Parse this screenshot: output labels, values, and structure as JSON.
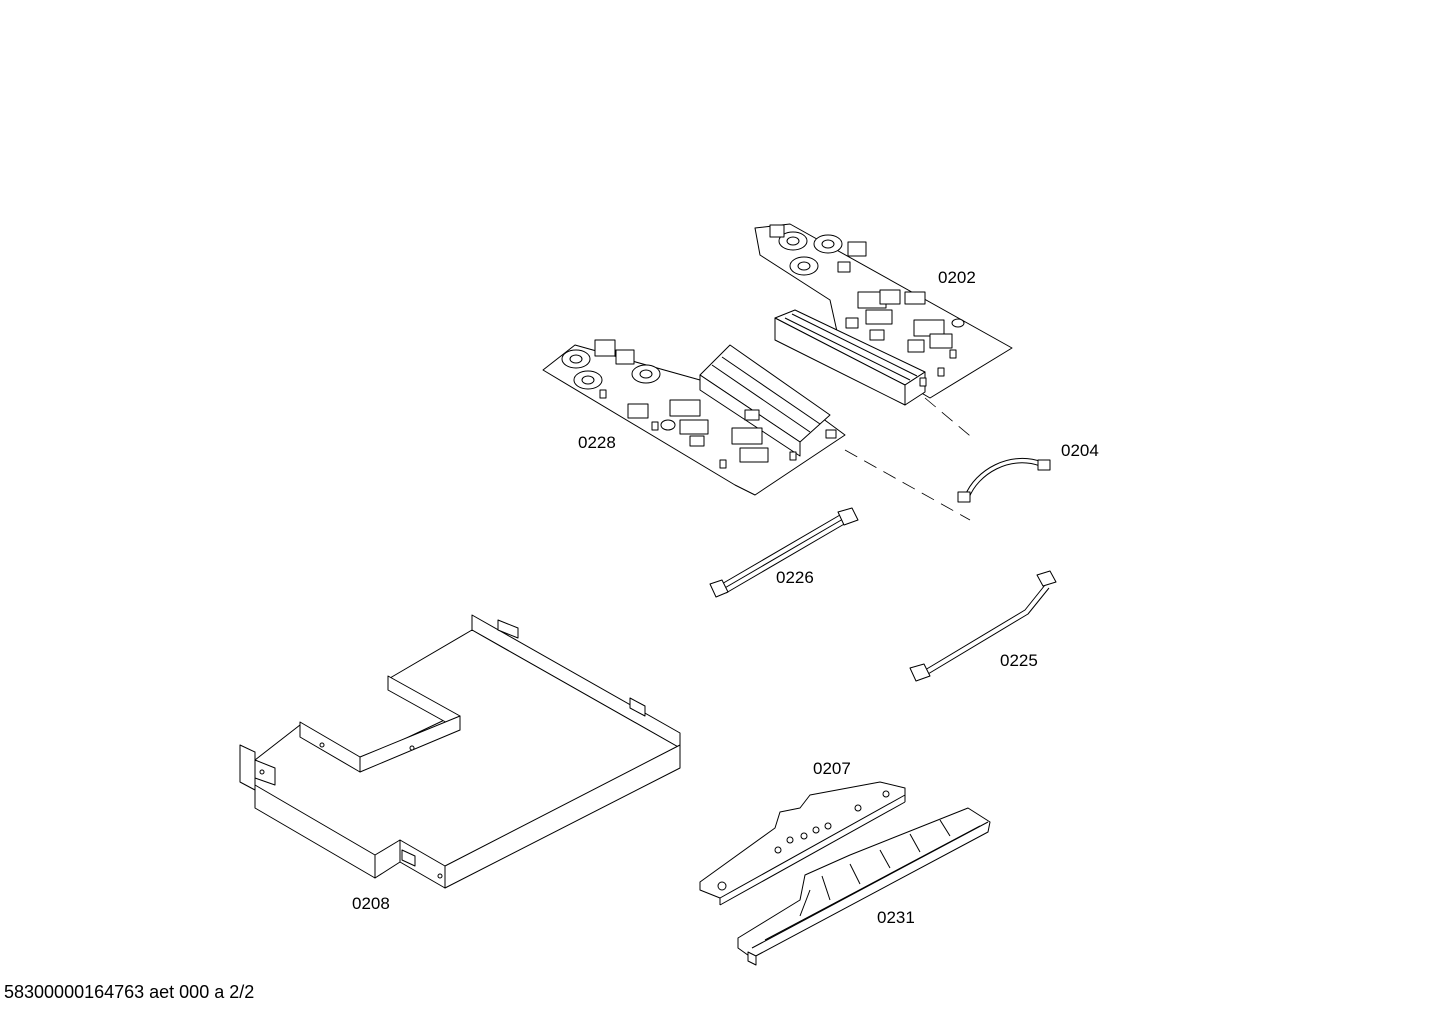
{
  "parts": [
    {
      "id": "0202",
      "label": "0202"
    },
    {
      "id": "0228",
      "label": "0228"
    },
    {
      "id": "0204",
      "label": "0204"
    },
    {
      "id": "0226",
      "label": "0226"
    },
    {
      "id": "0225",
      "label": "0225"
    },
    {
      "id": "0207",
      "label": "0207"
    },
    {
      "id": "0208",
      "label": "0208"
    },
    {
      "id": "0231",
      "label": "0231"
    }
  ],
  "footer": {
    "text": "58300000164763 aet 000 a 2/2"
  },
  "colors": {
    "line": "#000000",
    "background": "#ffffff"
  }
}
